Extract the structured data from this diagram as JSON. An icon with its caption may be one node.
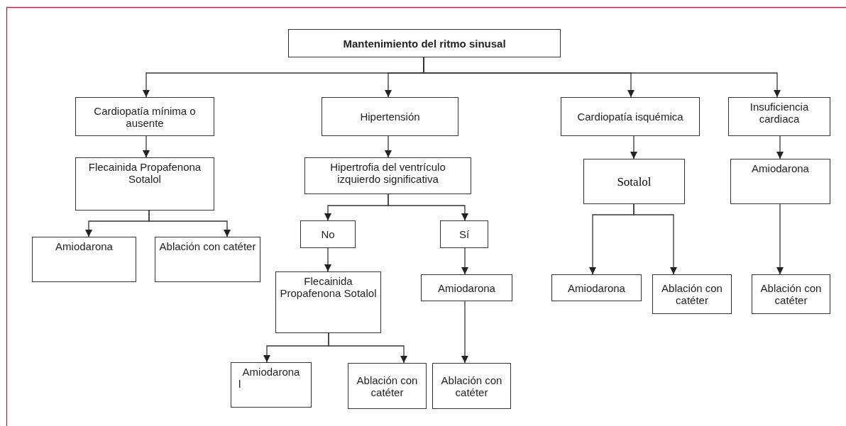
{
  "diagram": {
    "nodes": [
      {
        "text": [
          "Mantenimiento del ritmo sinusal"
        ]
      },
      {
        "text": [
          "Cardiopatía mínima o ausente"
        ]
      },
      {
        "text": [
          "Hipertensión"
        ]
      },
      {
        "text": [
          "Cardiopatía isquémica"
        ]
      },
      {
        "text": [
          "Insuficiencia cardiaca"
        ]
      },
      {
        "text": [
          "Flecainida Propafenona Sotalol"
        ]
      },
      {
        "text": [
          "Hipertrofia del ventrículo izquierdo significativa"
        ]
      },
      {
        "text": [
          "Sotalol"
        ]
      },
      {
        "text": [
          "Amiodarona"
        ]
      },
      {
        "text": [
          "No"
        ]
      },
      {
        "text": [
          "Sí"
        ]
      },
      {
        "text": [
          "Amiodarona"
        ]
      },
      {
        "text": [
          "Ablación con catéter"
        ]
      },
      {
        "text": [
          "Flecainida Propafenona Sotalol"
        ]
      },
      {
        "text": [
          "Amiodarona"
        ]
      },
      {
        "text": [
          "Amiodarona"
        ]
      },
      {
        "text": [
          "Ablación con catéter"
        ]
      },
      {
        "text": [
          "Ablación con catéter"
        ]
      },
      {
        "text": [
          "Amiodarona",
          "l"
        ]
      },
      {
        "text": [
          "Ablación con catéter"
        ]
      },
      {
        "text": [
          "Ablación con catéter"
        ]
      }
    ],
    "edges": [
      {
        "from": 0,
        "to": 1,
        "arrow": "to"
      },
      {
        "from": 0,
        "to": 2,
        "arrow": "to"
      },
      {
        "from": 0,
        "to": 3,
        "arrow": "to"
      },
      {
        "from": 0,
        "to": 4,
        "arrow": "to"
      },
      {
        "from": 1,
        "to": 5,
        "arrow": "to"
      },
      {
        "from": 2,
        "to": 6,
        "arrow": "to"
      },
      {
        "from": 3,
        "to": 7,
        "arrow": "to"
      },
      {
        "from": 4,
        "to": 8,
        "arrow": "to"
      },
      {
        "from": 5,
        "to": 11,
        "arrow": "to"
      },
      {
        "from": 5,
        "to": 12,
        "arrow": "to"
      },
      {
        "from": 6,
        "to": 9,
        "arrow": "to"
      },
      {
        "from": 6,
        "to": 10,
        "arrow": "to"
      },
      {
        "from": 7,
        "to": 15,
        "arrow": "to"
      },
      {
        "from": 7,
        "to": 16,
        "arrow": "to"
      },
      {
        "from": 8,
        "to": 17,
        "arrow": "to"
      },
      {
        "from": 9,
        "to": 13,
        "arrow": "to"
      },
      {
        "from": 10,
        "to": 14,
        "arrow": "to"
      },
      {
        "from": 13,
        "to": 18,
        "arrow": "to"
      },
      {
        "from": 13,
        "to": 19,
        "arrow": "to"
      },
      {
        "from": 14,
        "to": 20,
        "arrow": "to"
      }
    ]
  }
}
